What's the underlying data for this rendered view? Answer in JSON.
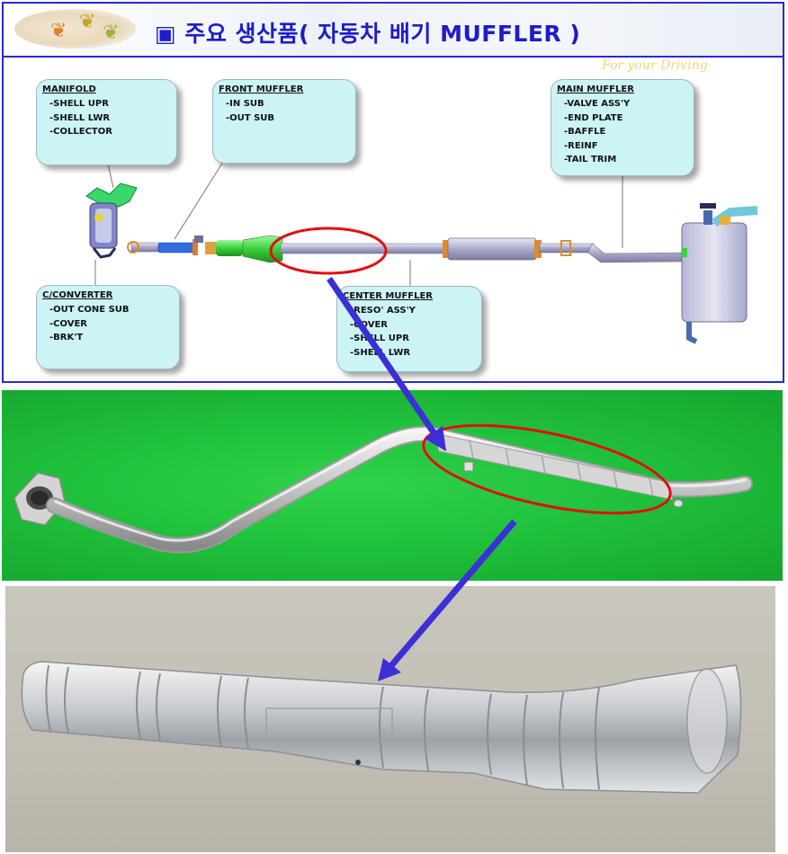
{
  "header": {
    "title": "▣ 주요 생산품( 자동차 배기 MUFFLER )",
    "tagline": "For your Driving"
  },
  "callouts": {
    "manifold": {
      "title": "MANIFOLD",
      "items": [
        "-SHELL UPR",
        "-SHELL LWR",
        "-COLLECTOR"
      ]
    },
    "front_muffler": {
      "title": "FRONT MUFFLER",
      "items": [
        "-IN SUB",
        "-OUT SUB"
      ]
    },
    "main_muffler": {
      "title": "MAIN MUFFLER",
      "items": [
        "-VALVE ASS'Y",
        "-END PLATE",
        "-BAFFLE",
        "-REINF",
        "-TAIL TRIM"
      ]
    },
    "c_converter": {
      "title": "C/CONVERTER",
      "items": [
        "-OUT CONE SUB",
        "-COVER",
        "-BRK'T"
      ]
    },
    "center_muffler": {
      "title": "CENTER MUFFLER",
      "items": [
        "-RESO' ASS'Y",
        "-COVER",
        "-SHELL UPR",
        "-SHELL LWR"
      ]
    }
  },
  "colors": {
    "title_blue": "#1c1ccc",
    "frame_blue": "#2a2ad0",
    "callout_fill": "#cdf4f4",
    "highlight_red": "#e01010",
    "arrow_blue": "#3b2fd6",
    "green_part": "#3ad13a",
    "photo_green_bg": "#1fbf3a"
  },
  "icons": {
    "header_decoration": "autumn-leaves-icon",
    "flow_arrow": "down-arrow-icon",
    "highlight": "red-ellipse-highlight"
  }
}
